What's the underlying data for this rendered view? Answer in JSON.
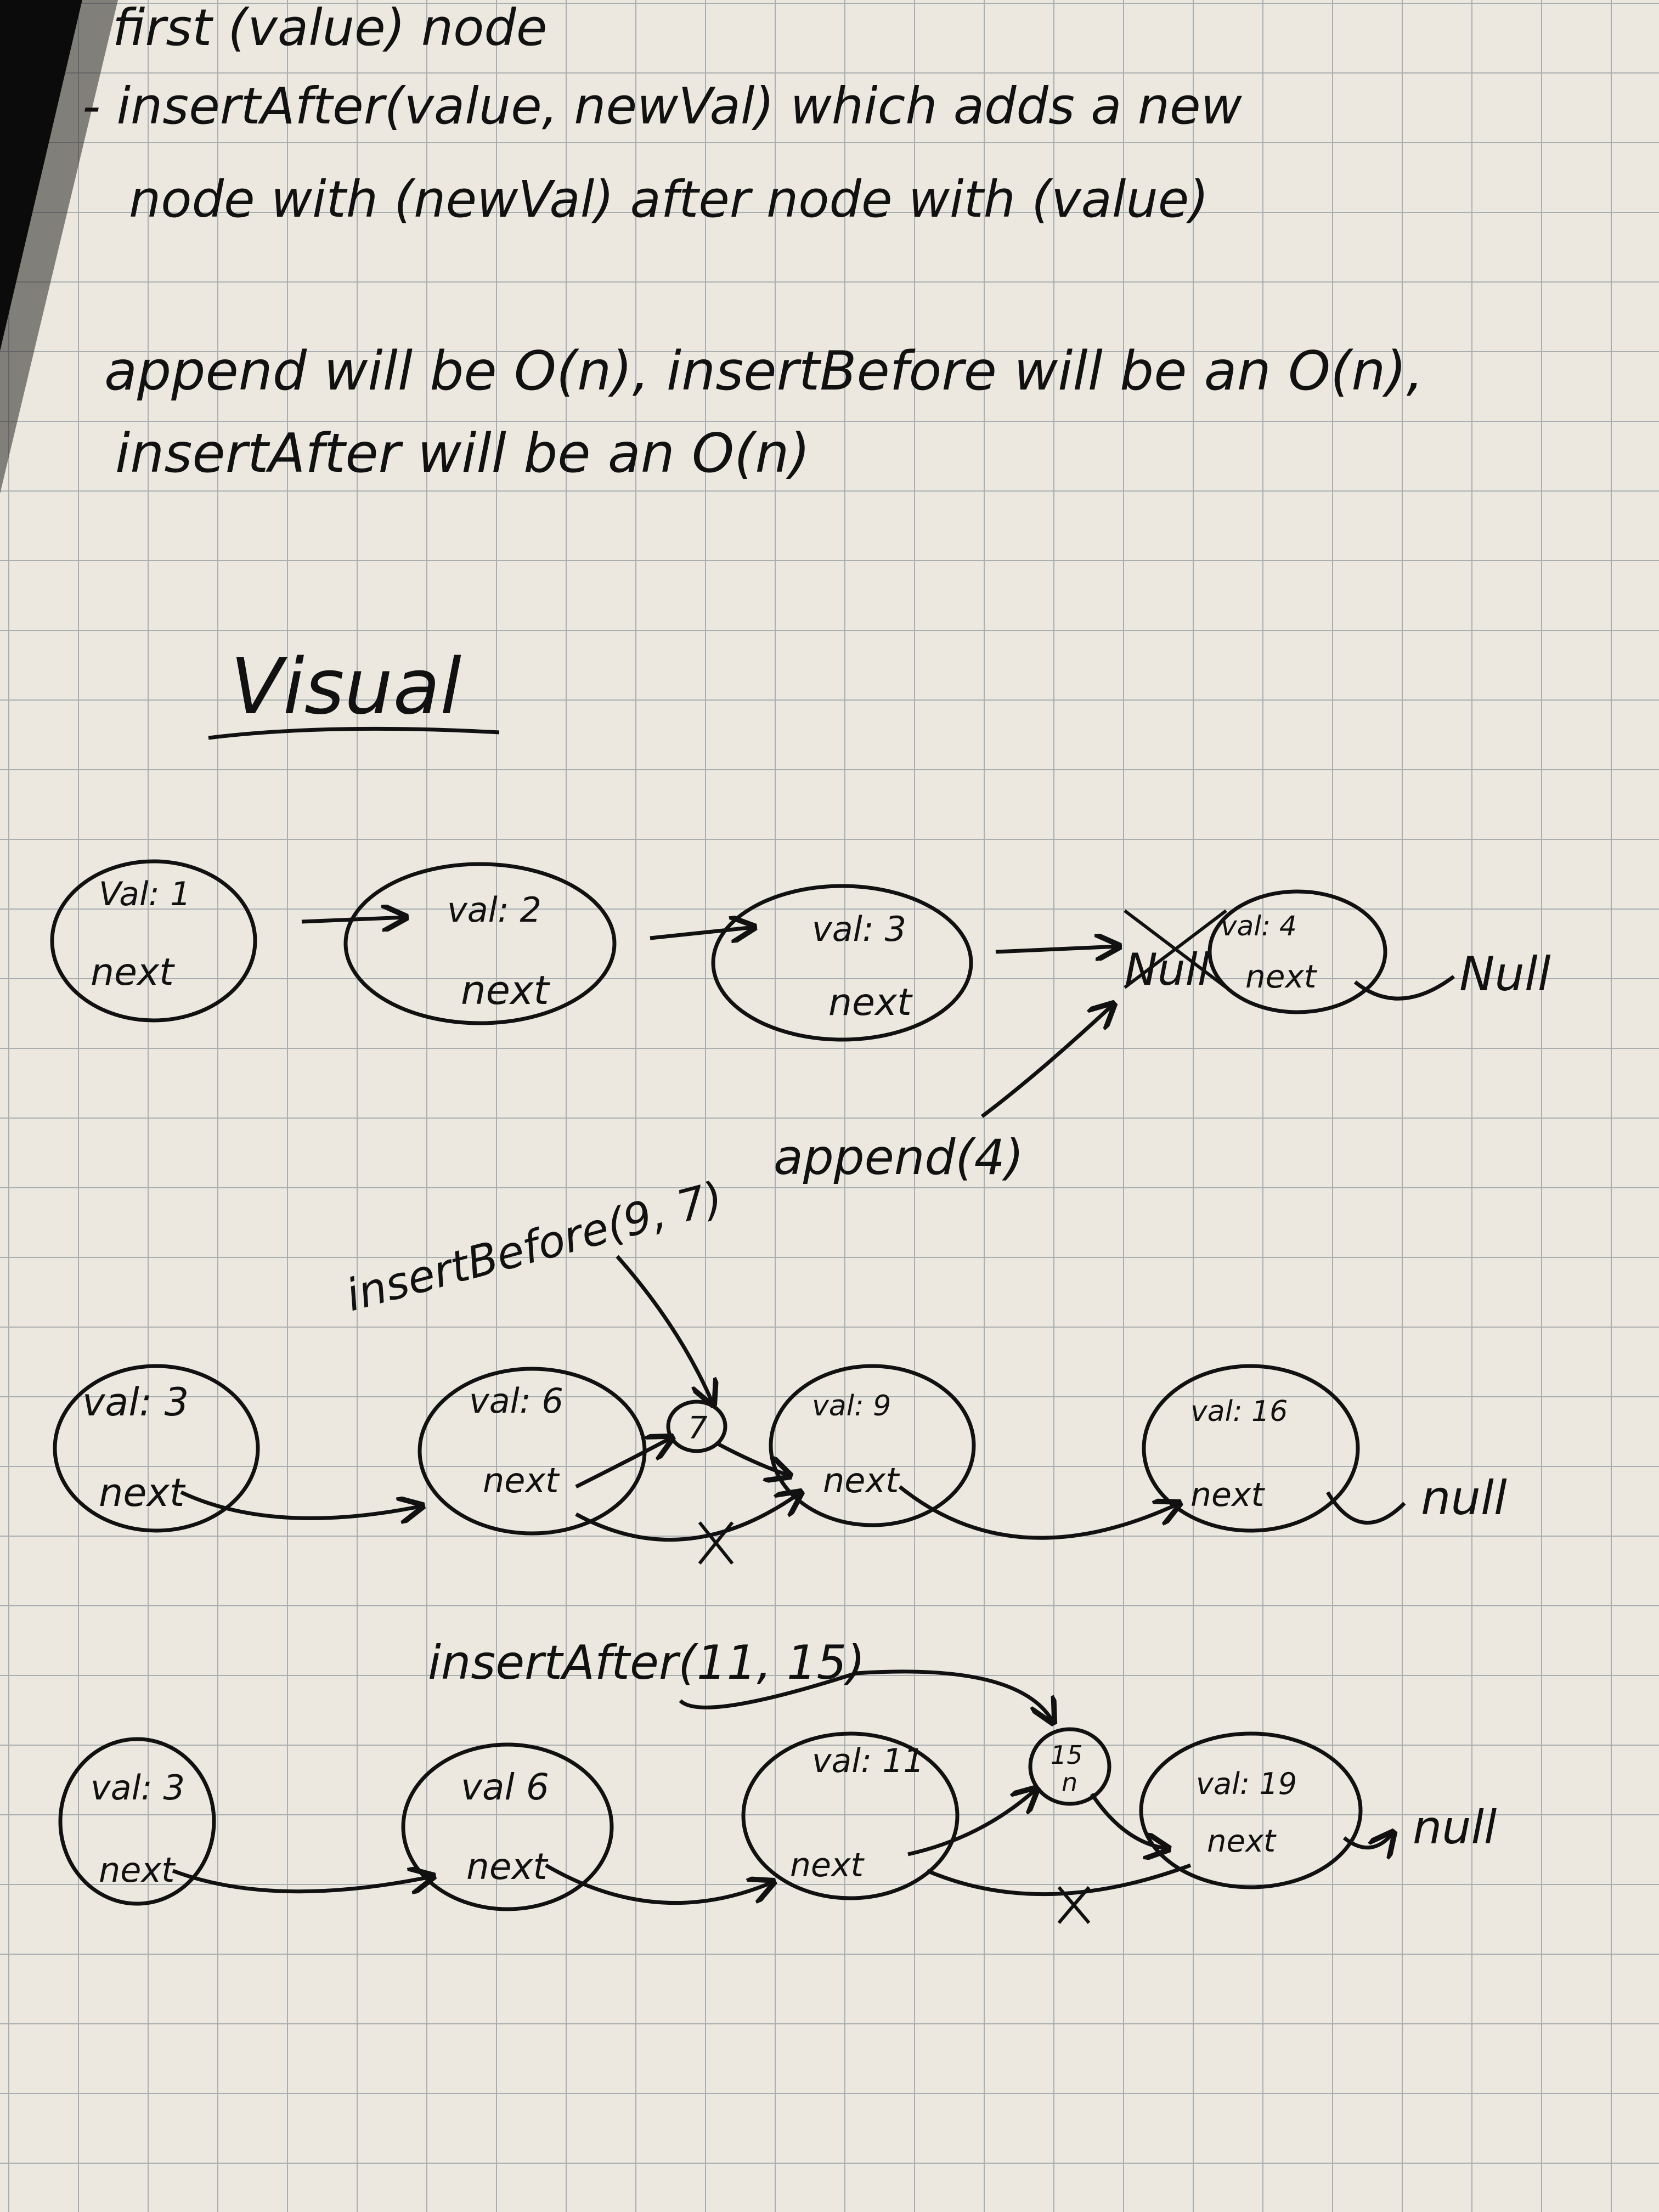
{
  "notes": {
    "line1": "first (value) node",
    "line2": "- insertAfter(value, newVal) which adds a new",
    "line3": "node with (newVal) after node with (value)",
    "line4": "append will be O(n), insertBefore will be an O(n),",
    "line5": "insertAfter will be an O(n)"
  },
  "heading": "Visual",
  "append_row": {
    "nodes": [
      {
        "val": "Val: 1",
        "next": "next"
      },
      {
        "val": "val: 2",
        "next": "next"
      },
      {
        "val": "val: 3",
        "next": "next"
      },
      {
        "val": "val: 4",
        "next": "next"
      }
    ],
    "crossed_null": "Null",
    "tail_null": "Null",
    "op_label": "append(4)"
  },
  "insert_before_row": {
    "op_label": "insertBefore(9, 7)",
    "nodes": [
      {
        "val": "val: 3",
        "next": "next"
      },
      {
        "val": "val: 6",
        "next": "next"
      },
      {
        "val": "val: 9",
        "next": "next"
      },
      {
        "val": "val: 16",
        "next": "next"
      }
    ],
    "new_node": "7",
    "tail_null": "null"
  },
  "insert_after_row": {
    "op_label": "insertAfter(11, 15)",
    "nodes": [
      {
        "val": "val: 3",
        "next": "next"
      },
      {
        "val": "val 6",
        "next": "next"
      },
      {
        "val": "val: 11",
        "next": "next"
      },
      {
        "val": "val: 19",
        "next": "next"
      }
    ],
    "new_node_val": "15",
    "new_node_next": "n",
    "tail_null": "null"
  },
  "colors": {
    "paper": "#ece8df",
    "grid": "#a9aeb2",
    "ink": "#111111",
    "shadow": "#0b0b0b"
  }
}
